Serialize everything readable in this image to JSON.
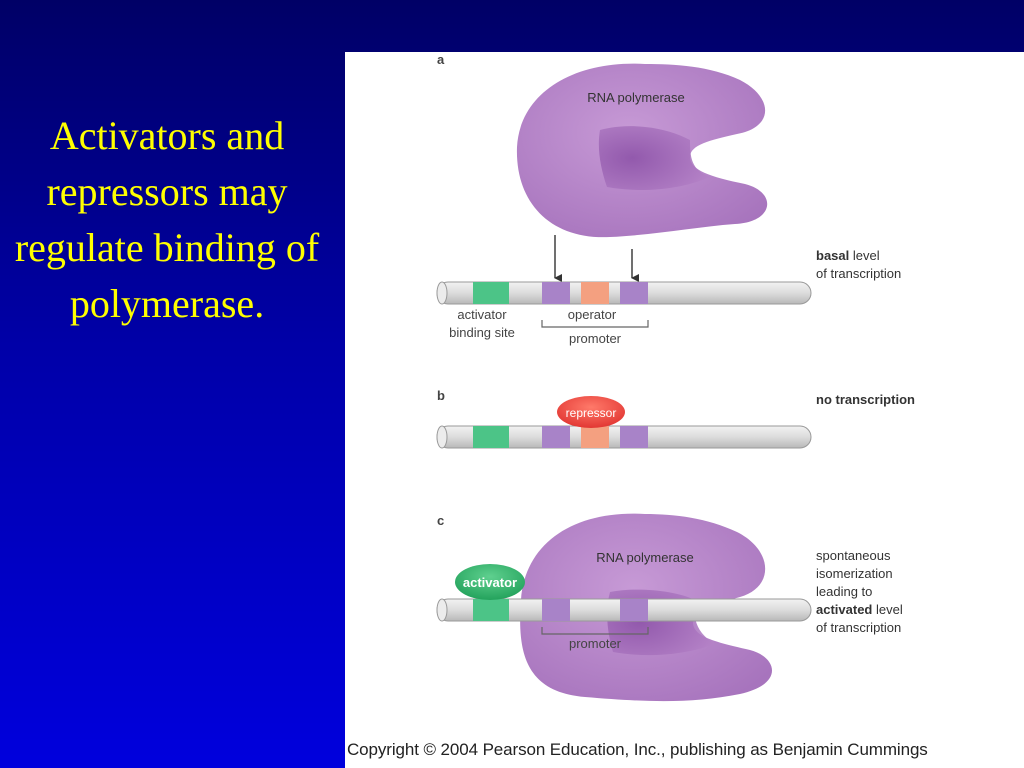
{
  "slide": {
    "title": "Activators and repressors may regulate binding of polymerase."
  },
  "figure": {
    "panels": {
      "a": {
        "letter": "a",
        "polymerase_label": "RNA polymerase",
        "activator_site_label_line1": "activator",
        "activator_site_label_line2": "binding site",
        "operator_label": "operator",
        "promoter_label": "promoter",
        "side_bold": "basal",
        "side_rest": " level",
        "side_line2": "of transcription"
      },
      "b": {
        "letter": "b",
        "repressor_label": "repressor",
        "side_label": "no transcription"
      },
      "c": {
        "letter": "c",
        "polymerase_label": "RNA polymerase",
        "activator_label": "activator",
        "promoter_label": "promoter",
        "side_line1": "spontaneous",
        "side_line2": "isomerization",
        "side_line3": "leading to",
        "side_line4_bold": "activated",
        "side_line4_rest": " level",
        "side_line5": "of transcription"
      }
    },
    "colors": {
      "polymerase": "#b07fc4",
      "polymerase_dark": "#8e55a8",
      "activator": "#2fb06a",
      "repressor": "#e83a3a",
      "operator": "#f4a080",
      "promoter_box": "#a883c8",
      "activator_site": "#4cc487",
      "dna": "#dcdcdc"
    },
    "copyright": "Copyright © 2004 Pearson Education, Inc., publishing as Benjamin Cummings"
  }
}
